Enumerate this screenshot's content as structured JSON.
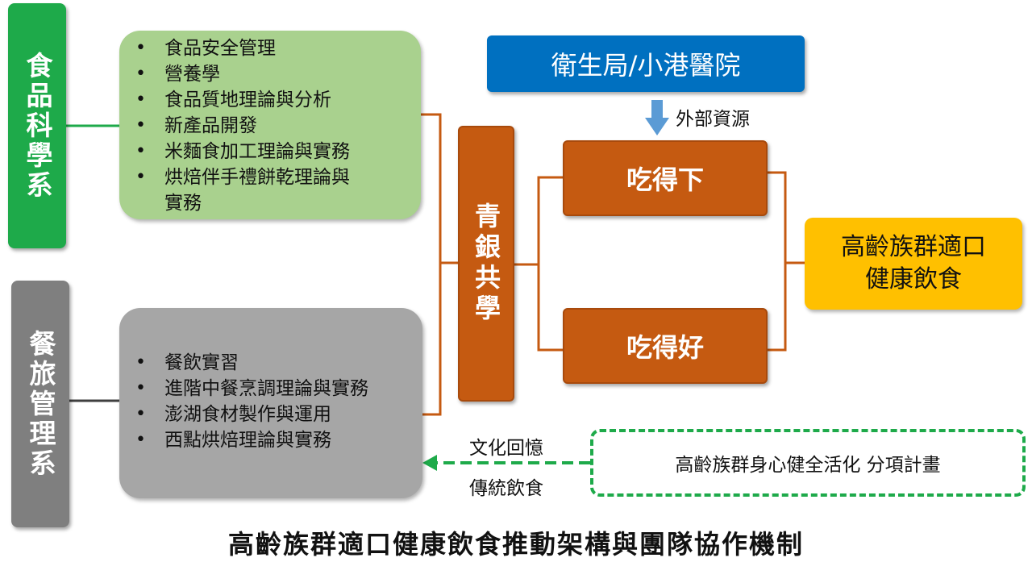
{
  "departments": {
    "food_science": {
      "label": "食品科學系",
      "color": "#1eaa4a"
    },
    "hospitality": {
      "label": "餐旅管理系",
      "color": "#7f7f7f"
    }
  },
  "courses": {
    "food_science": [
      "食品安全管理",
      "營養學",
      "食品質地理論與分析",
      "新產品開發",
      "米麵食加工理論與實務",
      "烘焙伴手禮餅乾理論與",
      "實務"
    ],
    "hospitality": [
      "餐飲實習",
      "進階中餐烹調理論與實務",
      "澎湖食材製作與運用",
      "西點烘焙理論與實務"
    ]
  },
  "center": {
    "label": "青銀共學"
  },
  "outcomes": {
    "swallow": "吃得下",
    "good": "吃得好"
  },
  "external": {
    "label": "衛生局/小港醫院",
    "arrow_label": "外部資源"
  },
  "goal": {
    "line1": "高齡族群適口",
    "line2": "健康飲食"
  },
  "plan": {
    "label": "高齡族群身心健全活化 分項計畫"
  },
  "culture": {
    "line1": "文化回憶",
    "line2": "傳統飲食"
  },
  "caption": "高齡族群適口健康飲食推動架構與團隊協作機制",
  "colors": {
    "green_box": "#a9d18e",
    "gray_box": "#a6a6a6",
    "orange": "#c55a11",
    "blue": "#0070c0",
    "yellow": "#ffc000",
    "dashed_green": "#1eaa4a"
  }
}
